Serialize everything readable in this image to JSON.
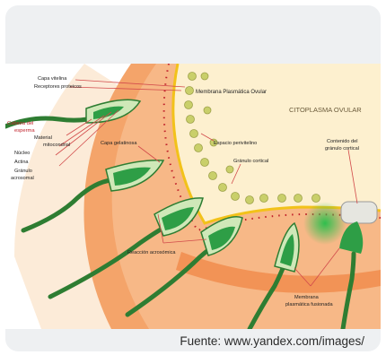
{
  "labels": {
    "capa_vitelina": "Capa vitelina",
    "receptores": "Receptores proteicos",
    "membrana_ovular": "Membrana Plasmática Ovular",
    "citoplasma": "CITOPLASMA OVULAR",
    "cabeza_line1": "Cabeza del",
    "cabeza_line2": "esperma",
    "material_line1": "Material",
    "material_line2": "mitocondrial",
    "nucleo": "Núcleo",
    "actina": "Actina",
    "granulo_line1": "Gránulo",
    "granulo_line2": "acrosomal",
    "capa_gelatinosa": "Capa gelatinosa",
    "espacio": "Espacio perivitelino",
    "granulo_cortical": "Gránulo cortical",
    "contenido_line1": "Contenido del",
    "contenido_line2": "gránulo cortical",
    "reaccion": "Reacción acrosómica",
    "membrana_fusion_line1": "Membrana",
    "membrana_fusion_line2": "plasmática fusionada"
  },
  "source": "Fuente: www.yandex.com/images/",
  "colors": {
    "card": "#eef0f2",
    "cytoplasm": "#fdf0cf",
    "gel_layer": "#f4a46a",
    "inner_gel": "#fbd7b0",
    "membrane": "#f2c21a",
    "sperm_green": "#2e9e46",
    "sperm_light": "#cfe8b8",
    "cortical_granule": "#c9cf6a",
    "label_red": "#c0202a",
    "pointer": "#d24b4b"
  }
}
